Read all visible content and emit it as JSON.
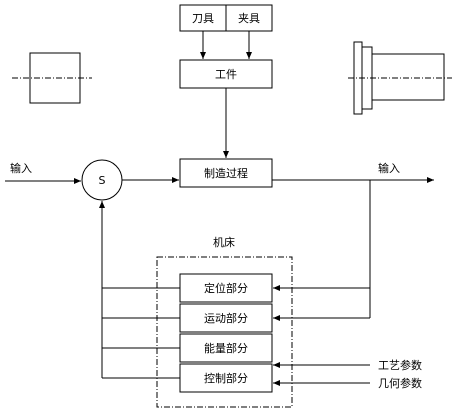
{
  "blocks": {
    "tool": "刀具",
    "fixture": "夹具",
    "workpiece": "工件",
    "process": "制造过程",
    "sum": "S",
    "positioning": "定位部分",
    "motion": "运动部分",
    "energy": "能量部分",
    "control": "控制部分"
  },
  "group": {
    "machine_tool": "机床"
  },
  "signals": {
    "input_left": "输入",
    "input_right": "输入",
    "process_params": "工艺参数",
    "geometry_params": "几何参数"
  }
}
